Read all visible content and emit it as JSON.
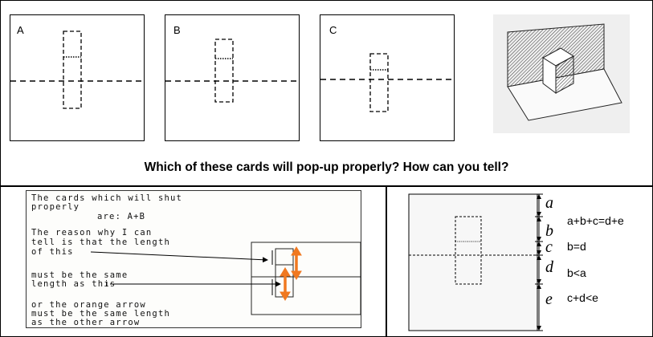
{
  "cards": [
    {
      "label": "A"
    },
    {
      "label": "B"
    },
    {
      "label": "C"
    }
  ],
  "question": "Which of these cards will pop-up properly? How can you tell?",
  "student_answer": {
    "lines": [
      "The cards which will shut",
      "properly",
      "are: A+B",
      "The reason why I can",
      "tell is that the length",
      "of this",
      "must be the same",
      "length as this",
      "or the orange arrow",
      "must be the same length",
      "as the other arrow"
    ]
  },
  "segment_labels": [
    "a",
    "b",
    "c",
    "d",
    "e"
  ],
  "relations": [
    "a+b+c=d+e",
    "b=d",
    "b<a",
    "c+d<e"
  ],
  "colors": {
    "arrow": "#f07820",
    "line": "#000000"
  }
}
